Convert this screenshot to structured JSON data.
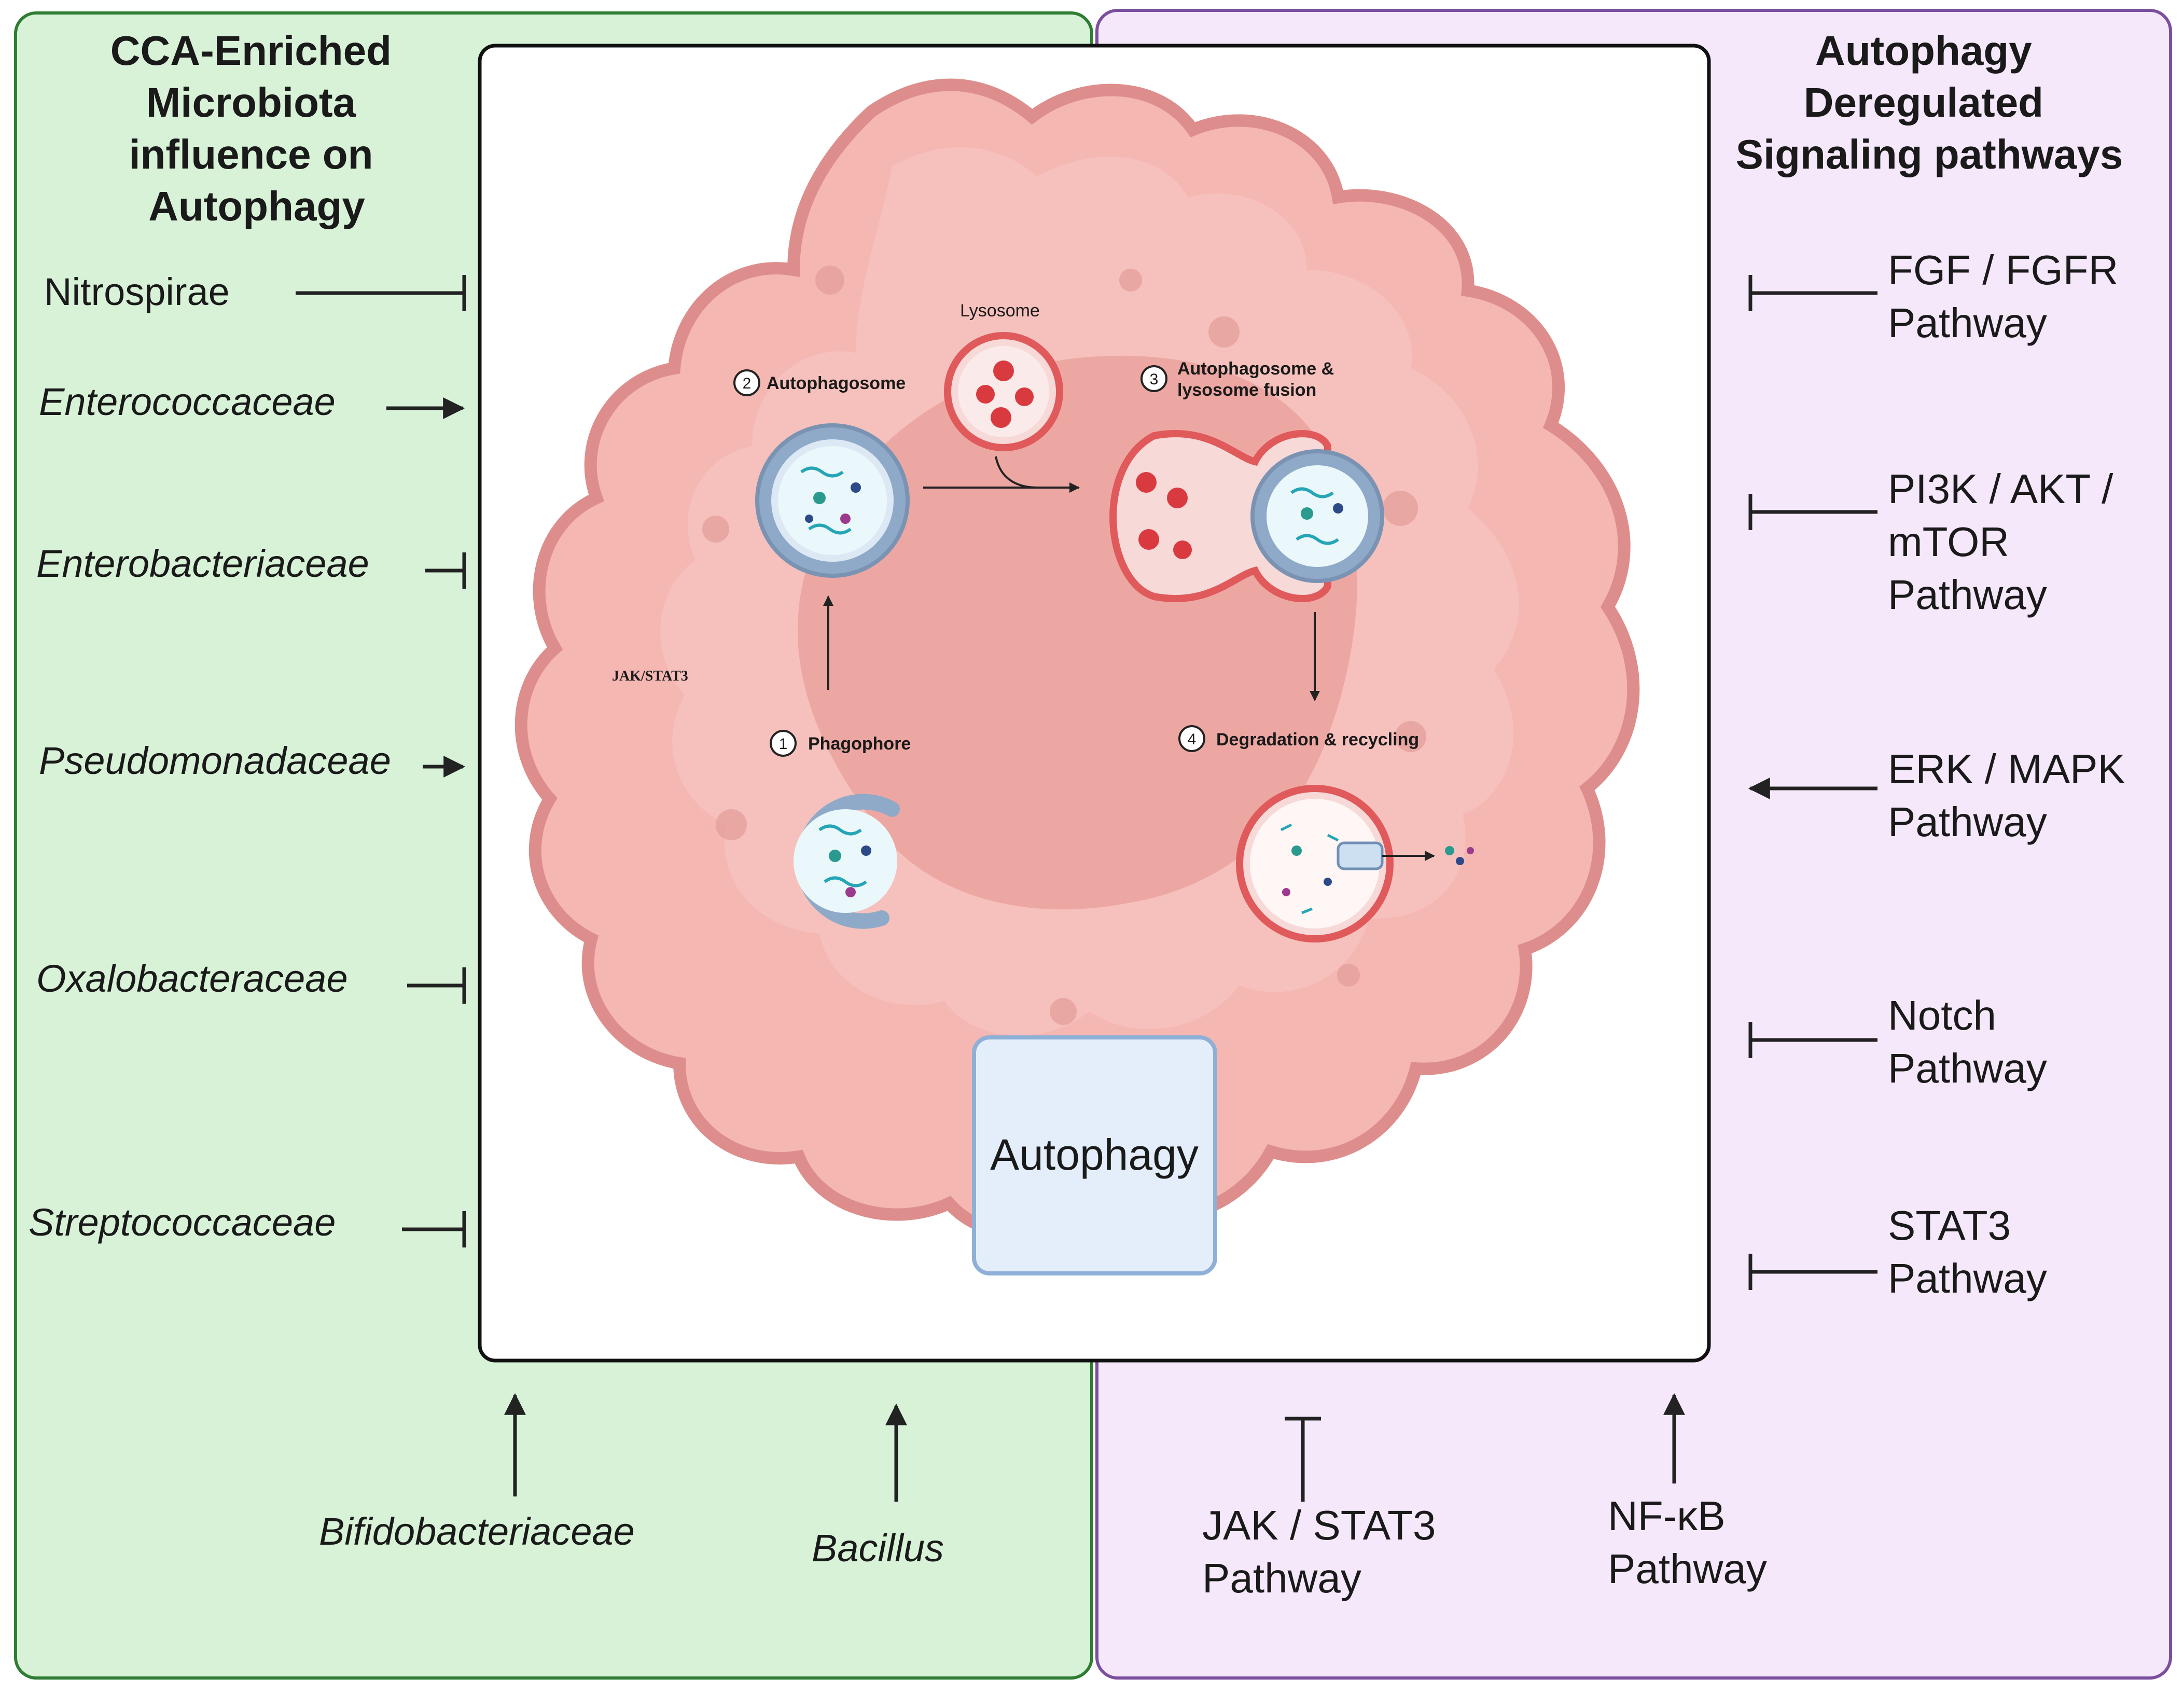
{
  "left_panel": {
    "title_lines": [
      "CCA-Enriched",
      "Microbiota",
      "influence on",
      "Autophagy"
    ],
    "items": [
      {
        "label": "Nitrospirae",
        "effect": "inhibits"
      },
      {
        "label": "Enterococcaceae",
        "effect": "promotes"
      },
      {
        "label": "Enterobacteriaceae",
        "effect": "inhibits"
      },
      {
        "label": "Pseudomonadaceae",
        "effect": "promotes"
      },
      {
        "label": "Oxalobacteraceae",
        "effect": "inhibits"
      },
      {
        "label": "Streptococcaceae",
        "effect": "inhibits"
      }
    ],
    "bottom_items": [
      {
        "label": "Bifidobacteriaceae",
        "effect": "promotes"
      },
      {
        "label": "Bacillus",
        "effect": "promotes"
      }
    ]
  },
  "right_panel": {
    "title_lines": [
      "Autophagy",
      "Deregulated",
      "Signaling pathways"
    ],
    "items": [
      {
        "lines": [
          "FGF / FGFR",
          "Pathway"
        ],
        "effect": "inhibits"
      },
      {
        "lines": [
          "PI3K / AKT /",
          "mTOR",
          "Pathway"
        ],
        "effect": "inhibits"
      },
      {
        "lines": [
          "ERK / MAPK",
          "Pathway"
        ],
        "effect": "promotes"
      },
      {
        "lines": [
          "Notch",
          "Pathway"
        ],
        "effect": "inhibits"
      },
      {
        "lines": [
          "STAT3",
          "Pathway"
        ],
        "effect": "inhibits"
      }
    ],
    "bottom_items": [
      {
        "lines": [
          "JAK / STAT3",
          "Pathway"
        ],
        "effect": "inhibits"
      },
      {
        "lines": [
          "NF-κB",
          "Pathway"
        ],
        "effect": "promotes"
      }
    ]
  },
  "center": {
    "box_label": "Autophagy",
    "faint_label": "JAK/STAT3",
    "lysosome_label": "Lysosome",
    "steps": [
      {
        "num": "1",
        "label": "Phagophore"
      },
      {
        "num": "2",
        "label": "Autophagosome"
      },
      {
        "num": "3",
        "label_lines": [
          "Autophagosome &",
          "lysosome fusion"
        ]
      },
      {
        "num": "4",
        "label": "Degradation & recycling"
      }
    ]
  },
  "colors": {
    "left_bg": "#d8f2d8",
    "left_border": "#2e7d32",
    "right_bg": "#f5e8fb",
    "right_border": "#7b4f9e",
    "cell_fill": "#f4b7b2",
    "cell_edge": "#dd8e8c",
    "nucleus": "#e99d9a",
    "autophagy_box": "#e4eefb",
    "autophagy_border": "#8fb0d6",
    "lysosome": "#e0595b",
    "arrow": "#222222"
  }
}
